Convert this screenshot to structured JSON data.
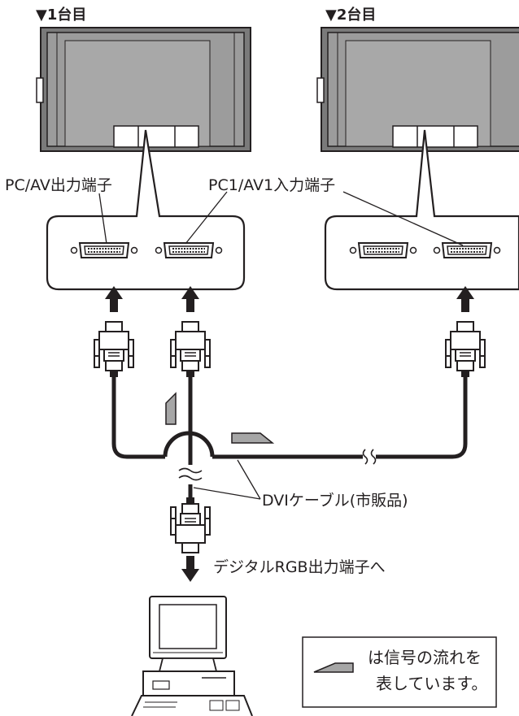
{
  "monitors": {
    "first_label": "▼1台目",
    "second_label": "▼2台目"
  },
  "labels": {
    "output_port": "PC/AV出力端子",
    "input_port": "PC1/AV1入力端子",
    "cable": "DVIケーブル(市販品)",
    "pc_port": "デジタルRGB出力端子へ"
  },
  "legend": {
    "line1": "は信号の流れを",
    "line2": "表しています。"
  },
  "colors": {
    "line": "#231f20",
    "screen": "#9a9a9a",
    "frame": "#777777",
    "signal_arrow": "#a6a6a6"
  }
}
